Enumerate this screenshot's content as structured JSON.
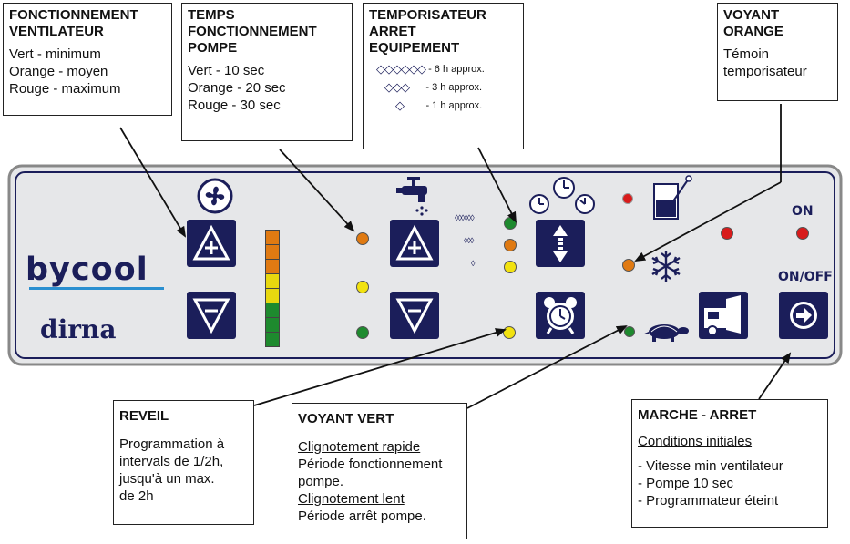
{
  "callouts": {
    "fan": {
      "title1": "FONCTIONNEMENT",
      "title2": "VENTILATEUR",
      "lines": [
        "Vert - minimum",
        "Orange - moyen",
        "Rouge - maximum"
      ]
    },
    "pump": {
      "title1": "TEMPS",
      "title2": "FONCTIONNEMENT",
      "title3": "POMPE",
      "lines": [
        "Vert - 10 sec",
        "Orange - 20 sec",
        "Rouge - 30 sec"
      ]
    },
    "timer": {
      "title1": "TEMPORISATEUR",
      "title2": "ARRET",
      "title3": "EQUIPEMENT",
      "rows": [
        "- 6 h approx.",
        "- 3 h approx.",
        "- 1 h approx."
      ]
    },
    "orange": {
      "title1": "VOYANT",
      "title2": "ORANGE",
      "lines": [
        "Témoin",
        "temporisateur"
      ]
    },
    "reveil": {
      "title": "REVEIL",
      "lines": [
        "Programmation à",
        "intervals de 1/2h,",
        "jusqu'à un max.",
        "de 2h"
      ]
    },
    "vert": {
      "title": "VOYANT VERT",
      "u1": "Clignotement rapide",
      "l1": "Période fonctionnement",
      "l2": "pompe.",
      "u2": "Clignotement lent",
      "l3": "Période arrêt pompe."
    },
    "marche": {
      "title": "MARCHE - ARRET",
      "u1": "Conditions initiales",
      "lines": [
        "- Vitesse min ventilateur",
        "- Pompe 10 sec",
        "- Programmateur éteint"
      ]
    }
  },
  "panel": {
    "brand": "bycool",
    "model": "dirna",
    "on_label": "ON",
    "onoff_label": "ON/OFF",
    "colors": {
      "navy": "#1b1e5a",
      "green": "#1e8a2e",
      "orange": "#e07a12",
      "yellow": "#f2e20f",
      "red": "#d81b1b",
      "panel": "#e6e7e9",
      "brand_blue": "#2a8fd0"
    }
  }
}
